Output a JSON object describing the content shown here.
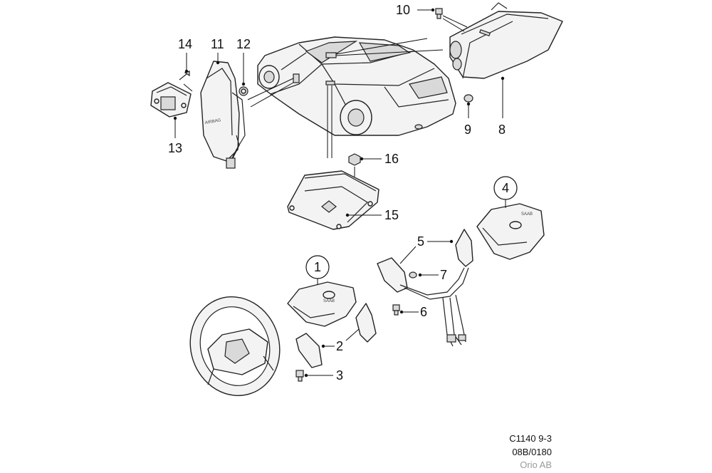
{
  "callouts": {
    "c1": "1",
    "c2": "2",
    "c3": "3",
    "c4": "4",
    "c5": "5",
    "c6": "6",
    "c7": "7",
    "c8": "8",
    "c9": "9",
    "c10": "10",
    "c11": "11",
    "c12": "12",
    "c13": "13",
    "c14": "14",
    "c15": "15",
    "c16": "16"
  },
  "part_labels": {
    "airbag_cover_mark": "SAAB"
  },
  "footer": {
    "line1": "C1140 9-3",
    "line2": "08B/0180",
    "line3": "Orio AB"
  }
}
